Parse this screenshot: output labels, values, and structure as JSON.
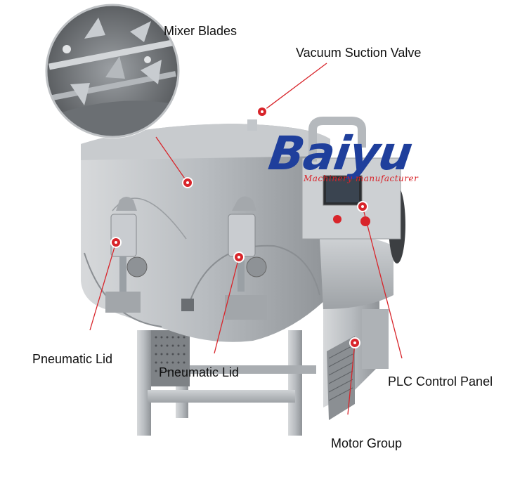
{
  "brand": {
    "logo_text": "Baiyu",
    "logo_tagline": "Machinery manufacturer"
  },
  "labels": {
    "mixer_blades": "Mixer Blades",
    "vacuum_valve": "Vacuum Suction Valve",
    "pneumatic_lid_left": "Pneumatic Lid",
    "pneumatic_lid_center": "Pneumatic Lid",
    "plc_panel": "PLC Control Panel",
    "motor_group": "Motor Group"
  },
  "colors": {
    "accent_red": "#d8242a",
    "brand_blue": "#1f3f9c",
    "steel": "#b9bdc1"
  }
}
